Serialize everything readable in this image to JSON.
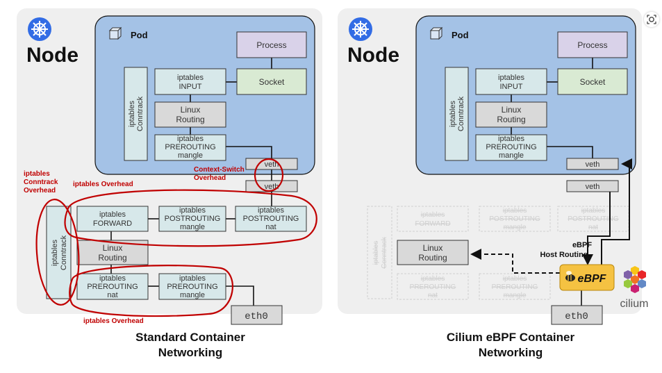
{
  "left": {
    "node_title": "Node",
    "pod_title": "Pod",
    "process": "Process",
    "socket": "Socket",
    "iptables_input": [
      "iptables",
      "INPUT"
    ],
    "linux_routing_pod": [
      "Linux",
      "Routing"
    ],
    "iptables_prerouting_mangle_pod": [
      "iptables",
      "PREROUTING",
      "mangle"
    ],
    "conntrack_pod": [
      "iptables",
      "Conntrack"
    ],
    "veth_pod": "veth",
    "veth_host": "veth",
    "conntrack_host": [
      "iptables",
      "Conntrack"
    ],
    "iptables_forward": [
      "iptables",
      "FORWARD"
    ],
    "iptables_postrouting_mangle": [
      "iptables",
      "POSTROUTING",
      "mangle"
    ],
    "iptables_postrouting_nat": [
      "iptables",
      "POSTROUTING",
      "nat"
    ],
    "linux_routing_host": [
      "Linux",
      "Routing"
    ],
    "iptables_prerouting_nat": [
      "iptables",
      "PREROUTING",
      "nat"
    ],
    "iptables_prerouting_mangle_host": [
      "iptables",
      "PREROUTING",
      "mangle"
    ],
    "eth0": "eth0",
    "annotation_conntrack_overhead": [
      "iptables",
      "Conntrack",
      "Overhead"
    ],
    "annotation_iptables_overhead_top": "iptables Overhead",
    "annotation_context_switch": [
      "Context-Switch",
      "Overhead"
    ],
    "annotation_iptables_overhead_bottom": "iptables Overhead",
    "caption": [
      "Standard Container",
      "Networking"
    ]
  },
  "right": {
    "node_title": "Node",
    "pod_title": "Pod",
    "process": "Process",
    "socket": "Socket",
    "iptables_input": [
      "iptables",
      "INPUT"
    ],
    "linux_routing_pod": [
      "Linux",
      "Routing"
    ],
    "iptables_prerouting_mangle_pod": [
      "iptables",
      "PREROUTING",
      "mangle"
    ],
    "conntrack_pod": [
      "iptables",
      "Conntrack"
    ],
    "veth_pod": "veth",
    "veth_host": "veth",
    "faded_conntrack": [
      "iptables",
      "Conntrack"
    ],
    "faded_forward": [
      "iptables",
      "FORWARD"
    ],
    "faded_postrouting_mangle": [
      "iptables",
      "POSTROUTING",
      "mangle"
    ],
    "faded_postrouting_nat": [
      "iptables",
      "POSTROUTING",
      "nat"
    ],
    "faded_prerouting_nat": [
      "iptables",
      "PREROUTING",
      "nat"
    ],
    "faded_prerouting_mangle": [
      "iptables",
      "PREROUTING",
      "mangle"
    ],
    "linux_routing_host": [
      "Linux",
      "Routing"
    ],
    "ebpf_host_routing": [
      "eBPF",
      "Host Routing"
    ],
    "ebpf_logo_text": "eBPF",
    "cilium_logo_text": "cilium",
    "eth0": "eth0",
    "caption": [
      "Cilium eBPF Container",
      "Networking"
    ]
  },
  "icons": [
    "kubernetes-helm-icon",
    "cube-icon",
    "bee-icon",
    "cilium-hexagon-icon",
    "lens-search-icon"
  ],
  "colors": {
    "panel_bg": "#efefef",
    "pod_bg": "#a4c2e6",
    "box_teal": "#d7e8ea",
    "box_grey": "#d9d9d9",
    "box_lavender": "#d9d2e9",
    "box_green": "#d9ead3",
    "annotation_red": "#c00000",
    "ebpf_yellow": "#f5c242",
    "k8s_blue": "#326ce5"
  }
}
